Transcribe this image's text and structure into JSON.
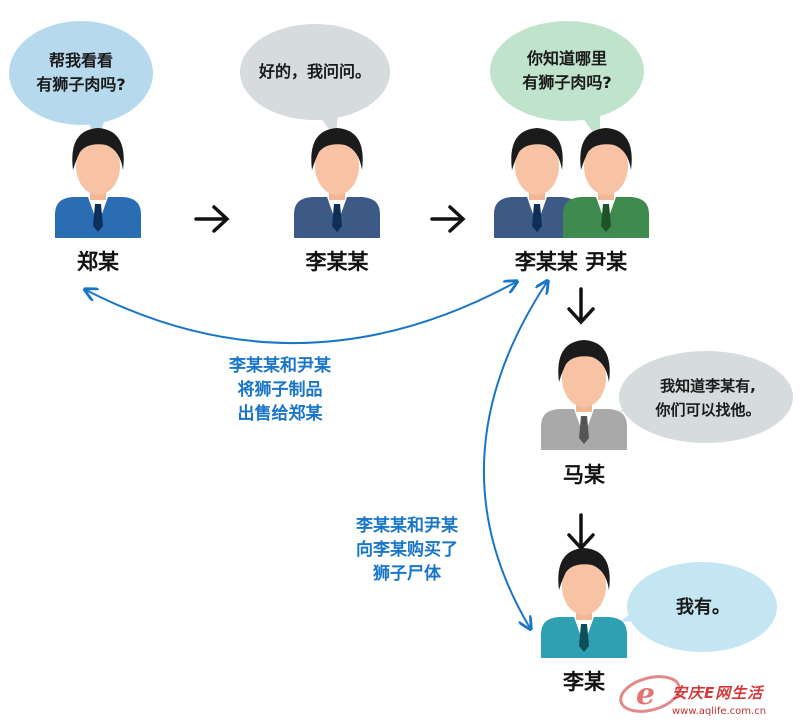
{
  "bubbles": {
    "zheng": "帮我看看\n有狮子肉吗?",
    "li1": "好的，我问问。",
    "li2_yin": "你知道哪里\n有狮子肉吗?",
    "ma": "我知道李某有,\n你们可以找他。",
    "li": "我有。"
  },
  "names": {
    "zheng": "郑某",
    "li1": "李某某",
    "li2_yin": "李某某 尹某",
    "ma": "马某",
    "li": "李某"
  },
  "notes": {
    "sell": "李某某和尹某\n将狮子制品\n出售给郑某",
    "buy": "李某某和尹某\n向李某购买了\n狮子尸体"
  },
  "colors": {
    "bubble_blue": "#b6d9ee",
    "bubble_gray": "#d6dbdd",
    "bubble_green": "#bfe3cb",
    "bubble_lightblue": "#c4e5f2",
    "note_blue": "#1976c7",
    "suit_blue": "#2a6db3",
    "suit_navy": "#3c5a85",
    "suit_green": "#3f8a4e",
    "suit_gray": "#a9a9a9",
    "suit_teal": "#2f9fb2",
    "hair": "#1b1b1b",
    "skin": "#f7c3a4"
  },
  "watermark": {
    "text": "安庆E网生活",
    "url": "www.aqlife.com.cn"
  }
}
